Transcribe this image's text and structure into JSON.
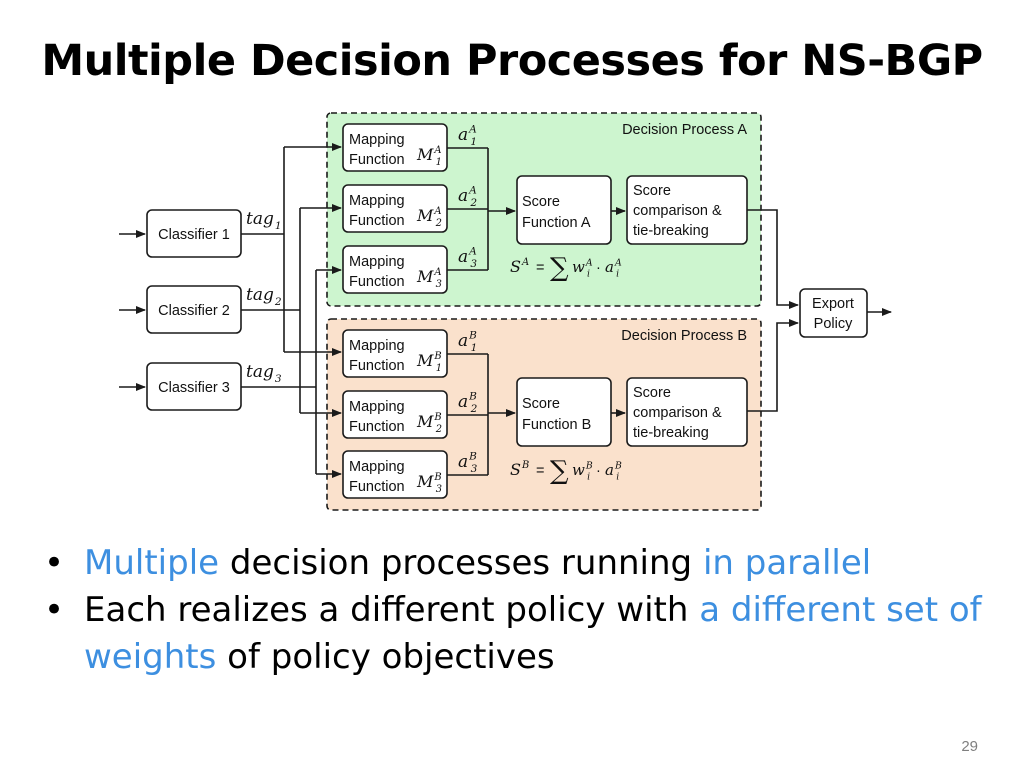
{
  "slide": {
    "title": "Multiple Decision Processes for NS-BGP",
    "page_number": "29"
  },
  "diagram": {
    "classifiers": [
      "Classifier 1",
      "Classifier 2",
      "Classifier 3"
    ],
    "tags": [
      {
        "base": "tag",
        "sub": "1"
      },
      {
        "base": "tag",
        "sub": "2"
      },
      {
        "base": "tag",
        "sub": "3"
      }
    ],
    "process_a": {
      "title": "Decision Process A",
      "fill_color": "#cdf5cf",
      "mapping_line1": "Mapping",
      "mapping_line2": "Function",
      "mapping_symbol": "M",
      "mapping_sup": "A",
      "mapping_subs": [
        "1",
        "2",
        "3"
      ],
      "a_base": "a",
      "a_sup": "A",
      "score_line1": "Score",
      "score_line2": "Function A",
      "comparison_lines": [
        "Score",
        "comparison &",
        "tie-breaking"
      ],
      "formula": {
        "lhs": "S",
        "sup": "A",
        "eq": "=",
        "sum": "∑",
        "w": "w",
        "w_sub": "i",
        "w_sup": "A",
        "dot": "·",
        "a": "a",
        "a_sub": "i",
        "a_sup": "A"
      }
    },
    "process_b": {
      "title": "Decision Process B",
      "fill_color": "#fae1cc",
      "mapping_line1": "Mapping",
      "mapping_line2": "Function",
      "mapping_symbol": "M",
      "mapping_sup": "B",
      "mapping_subs": [
        "1",
        "2",
        "3"
      ],
      "a_base": "a",
      "a_sup": "B",
      "score_line1": "Score",
      "score_line2": "Function B",
      "comparison_lines": [
        "Score",
        "comparison &",
        "tie-breaking"
      ],
      "formula": {
        "lhs": "S",
        "sup": "B",
        "eq": "=",
        "sum": "∑",
        "w": "w",
        "w_sub": "i",
        "w_sup": "B",
        "dot": "·",
        "a": "a",
        "a_sub": "i",
        "a_sup": "B"
      }
    },
    "export_policy": [
      "Export",
      "Policy"
    ]
  },
  "bullets": [
    {
      "bullet": "•",
      "parts": [
        {
          "text": "Multiple",
          "highlight": true
        },
        {
          "text": " decision processes running ",
          "highlight": false
        },
        {
          "text": "in parallel",
          "highlight": true
        }
      ]
    },
    {
      "bullet": "•",
      "parts": [
        {
          "text": "Each realizes a different policy with ",
          "highlight": false
        },
        {
          "text": "a different set of weights",
          "highlight": true
        },
        {
          "text": " of policy objectives",
          "highlight": false
        }
      ]
    }
  ],
  "colors": {
    "highlight": "#3d8fe0",
    "panel_a": "#cdf5cf",
    "panel_b": "#fae1cc"
  }
}
